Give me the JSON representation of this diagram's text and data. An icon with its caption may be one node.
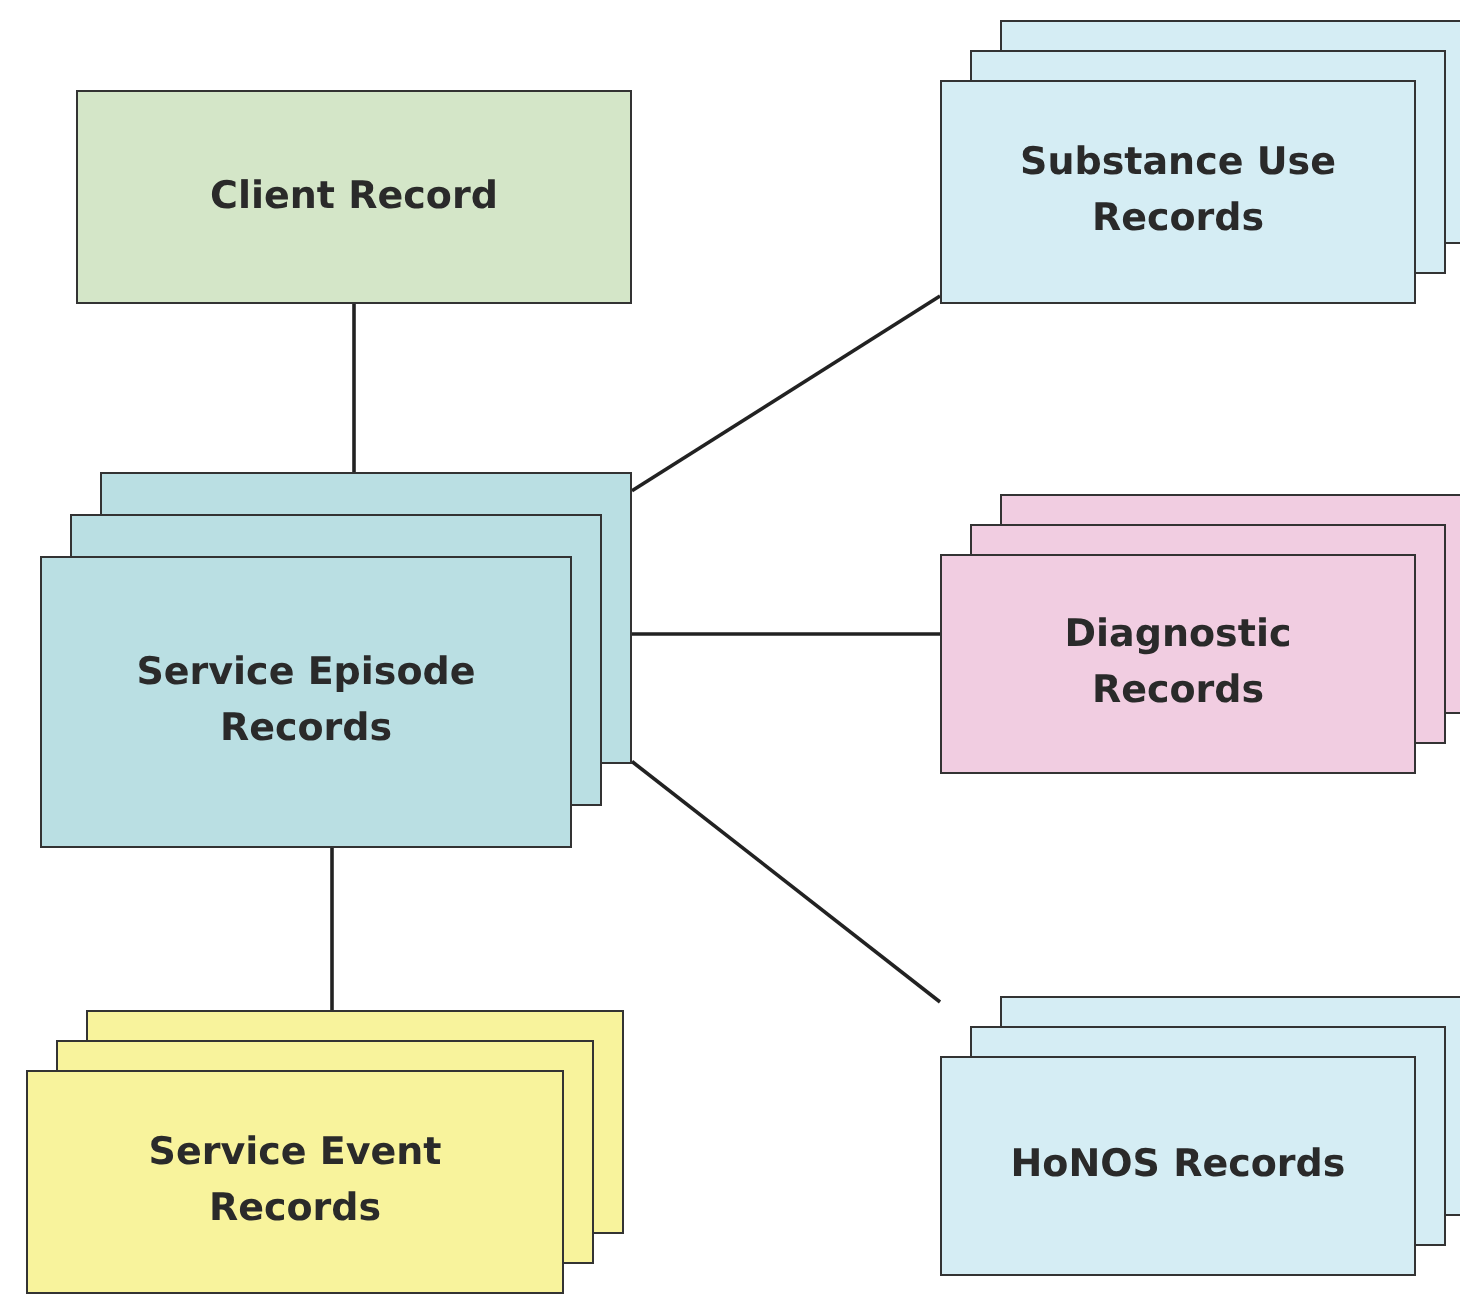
{
  "diagram": {
    "nodes": [
      {
        "text": [
          "Client Record"
        ]
      },
      {
        "text": [
          "Service Episode Records"
        ]
      },
      {
        "text": [
          "Substance Use Records"
        ]
      },
      {
        "text": [
          "Diagnostic Records"
        ]
      },
      {
        "text": [
          "HoNOS Records"
        ]
      },
      {
        "text": [
          "Service Event Records"
        ]
      }
    ],
    "edges": [
      {
        "from": 0,
        "to": 1,
        "arrow": "none"
      },
      {
        "from": 1,
        "to": 2,
        "arrow": "none"
      },
      {
        "from": 1,
        "to": 3,
        "arrow": "none"
      },
      {
        "from": 1,
        "to": 4,
        "arrow": "none"
      },
      {
        "from": 1,
        "to": 5,
        "arrow": "none"
      }
    ]
  }
}
